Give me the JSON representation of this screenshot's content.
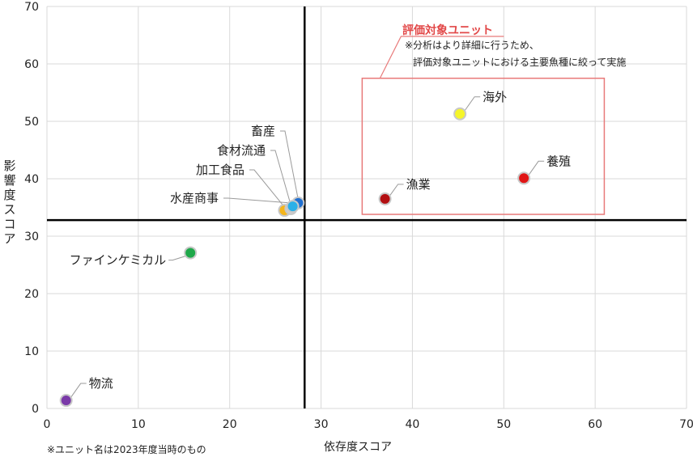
{
  "chart_data": {
    "type": "scatter",
    "xlabel": "依存度スコア",
    "ylabel": "影響度スコア",
    "xlim": [
      0,
      70
    ],
    "ylim": [
      0,
      70
    ],
    "xticks": [
      0,
      10,
      20,
      30,
      40,
      50,
      60,
      70
    ],
    "yticks": [
      0,
      10,
      20,
      30,
      40,
      50,
      60,
      70
    ],
    "grid": true,
    "reference_lines": {
      "x": 28.2,
      "y": 32.8
    },
    "points": [
      {
        "label": "海外",
        "x": 45.2,
        "y": 51.3,
        "color": "#f5f52a"
      },
      {
        "label": "養殖",
        "x": 52.2,
        "y": 40.1,
        "color": "#e01515"
      },
      {
        "label": "漁業",
        "x": 37.0,
        "y": 36.5,
        "color": "#b30f12"
      },
      {
        "label": "畜産",
        "x": 27.5,
        "y": 35.8,
        "color": "#1f6fd1"
      },
      {
        "label": "食材流通",
        "x": 26.7,
        "y": 34.8,
        "color": "#cfcfcf"
      },
      {
        "label": "加工食品",
        "x": 26.0,
        "y": 34.5,
        "color": "#f5b51b"
      },
      {
        "label": "水産商事",
        "x": 26.9,
        "y": 35.2,
        "color": "#2bb0e8"
      },
      {
        "label": "ファインケミカル",
        "x": 15.7,
        "y": 27.1,
        "color": "#1fa84a"
      },
      {
        "label": "物流",
        "x": 2.1,
        "y": 1.4,
        "color": "#7a3aa8"
      }
    ],
    "annotation": {
      "title": "評価対象ユニット",
      "note_line1": "※分析はより詳細に行うため、",
      "note_line2": "評価対象ユニットにおける主要魚種に絞って実施",
      "box_x": [
        34.5,
        61.0
      ],
      "box_y": [
        33.8,
        57.5
      ]
    },
    "footnote": "※ユニット名は2023年度当時のもの"
  }
}
